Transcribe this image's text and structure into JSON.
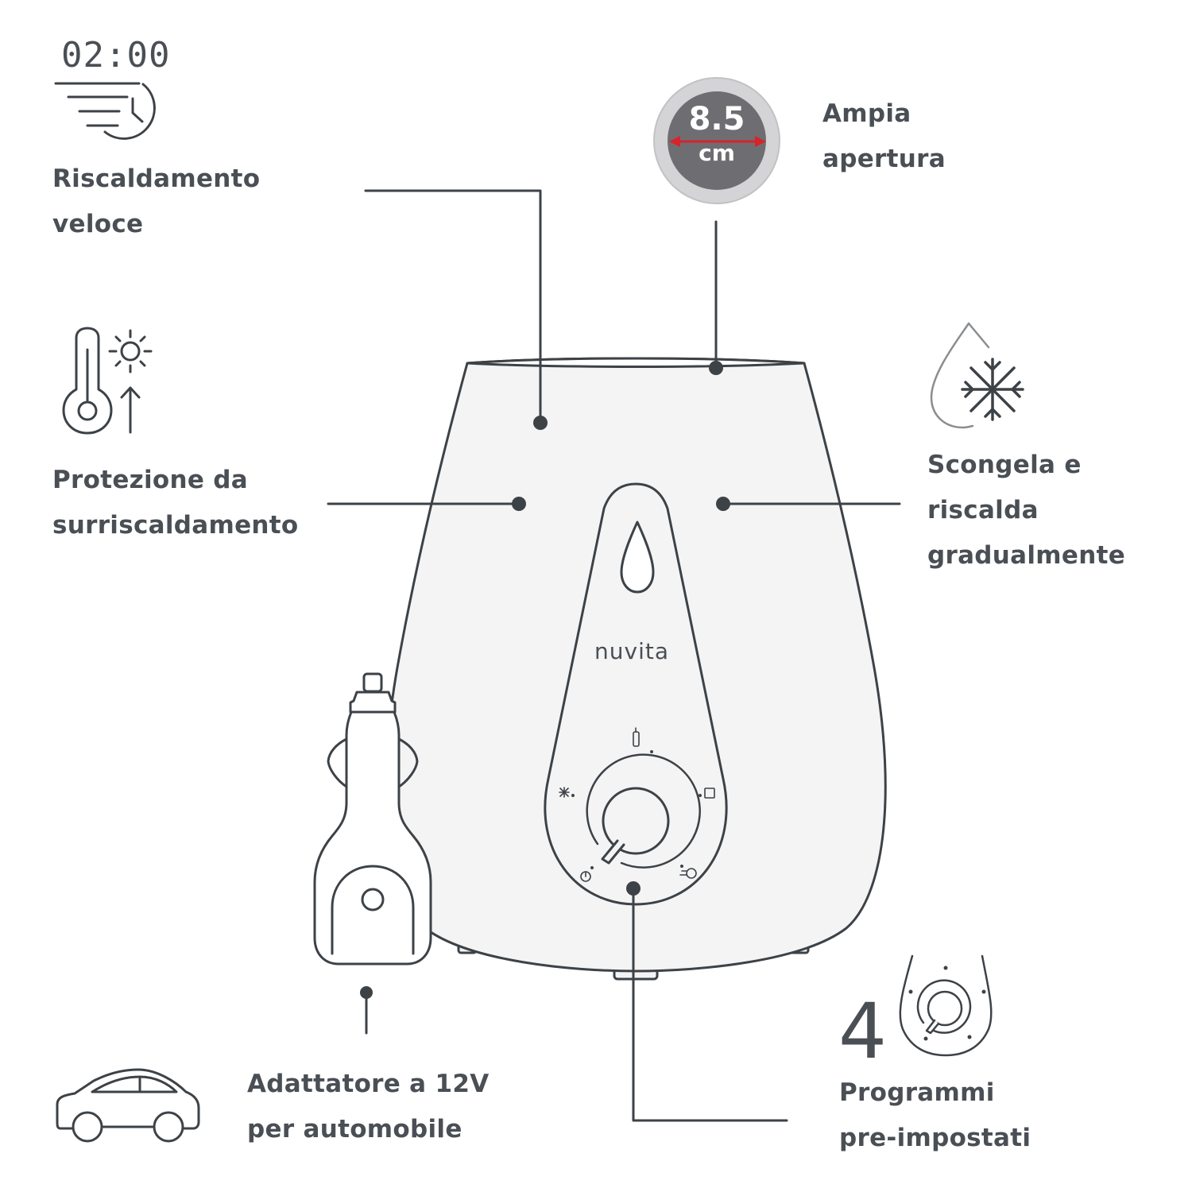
{
  "features": {
    "fast_heating": {
      "line1": "Riscaldamento",
      "line2": "veloce",
      "timer_display": "02:00"
    },
    "overheat_protection": {
      "line1": "Protezione da",
      "line2": "surriscaldamento"
    },
    "wide_opening": {
      "line1": "Ampia",
      "line2": "apertura",
      "badge_value": "8.5",
      "badge_unit": "cm"
    },
    "thaw_and_heat": {
      "line1": "Scongela e",
      "line2": "riscalda",
      "line3": "gradualmente"
    },
    "car_adapter": {
      "line1": "Adattatore a 12V",
      "line2": "per automobile"
    },
    "programs": {
      "count": "4",
      "line1": "Programmi",
      "line2": "pre-impostati"
    }
  },
  "device": {
    "brand": "nuvita"
  },
  "colors": {
    "line": "#3d4247",
    "text": "#4a4f55",
    "badge": "#6b6b6f",
    "badge_ring": "#c9c9cb",
    "accent_arrow": "#d8232a",
    "device_fill": "#f4f4f4"
  },
  "icons": [
    "clock-speed-icon",
    "thermometer-sun-icon",
    "drop-snowflake-icon",
    "car-icon",
    "dial-programs-icon",
    "width-badge-icon"
  ]
}
